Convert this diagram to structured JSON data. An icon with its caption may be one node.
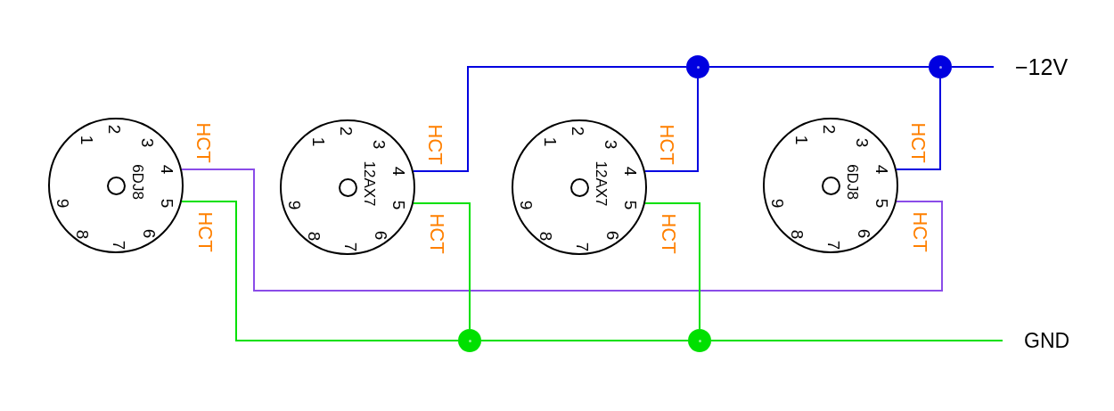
{
  "diagram": {
    "nodes": [
      {
        "text": [
          "6DJ8",
          "1",
          "2",
          "3",
          "4",
          "5",
          "6",
          "7",
          "8",
          "9"
        ],
        "beside": [
          "HCT",
          "HCT"
        ]
      },
      {
        "text": [
          "12AX7",
          "1",
          "2",
          "3",
          "4",
          "5",
          "6",
          "7",
          "8",
          "9"
        ],
        "beside": [
          "HCT",
          "HCT"
        ]
      },
      {
        "text": [
          "12AX7",
          "1",
          "2",
          "3",
          "4",
          "5",
          "6",
          "7",
          "8",
          "9"
        ],
        "beside": [
          "HCT",
          "HCT"
        ]
      },
      {
        "text": [
          "6DJ8",
          "1",
          "2",
          "3",
          "4",
          "5",
          "6",
          "7",
          "8",
          "9"
        ],
        "beside": [
          "HCT",
          "HCT"
        ]
      },
      {
        "text": [],
        "shape": "circle"
      },
      {
        "text": [],
        "shape": "circle"
      },
      {
        "text": [],
        "shape": "circle"
      },
      {
        "text": [],
        "shape": "circle"
      },
      {
        "text": [
          "−12V"
        ]
      },
      {
        "text": [
          "GND"
        ]
      }
    ],
    "edges": [
      {
        "from": 0,
        "to": 3,
        "arrow": "none",
        "color": "#8a4ce8"
      },
      {
        "from": 0,
        "to": 6,
        "arrow": "none",
        "color": "#00e000"
      },
      {
        "from": 1,
        "to": 6,
        "arrow": "none",
        "color": "#00e000"
      },
      {
        "from": 2,
        "to": 7,
        "arrow": "none",
        "color": "#00e000"
      },
      {
        "from": 6,
        "to": 7,
        "arrow": "none",
        "color": "#00e000"
      },
      {
        "from": 7,
        "to": 9,
        "arrow": "none",
        "color": "#00e000"
      },
      {
        "from": 1,
        "to": 4,
        "arrow": "none",
        "color": "#0000e0"
      },
      {
        "from": 2,
        "to": 4,
        "arrow": "none",
        "color": "#0000e0"
      },
      {
        "from": 4,
        "to": 5,
        "arrow": "none",
        "color": "#0000e0"
      },
      {
        "from": 3,
        "to": 5,
        "arrow": "none",
        "color": "#0000e0"
      },
      {
        "from": 5,
        "to": 8,
        "arrow": "none",
        "color": "#0000e0"
      }
    ]
  }
}
